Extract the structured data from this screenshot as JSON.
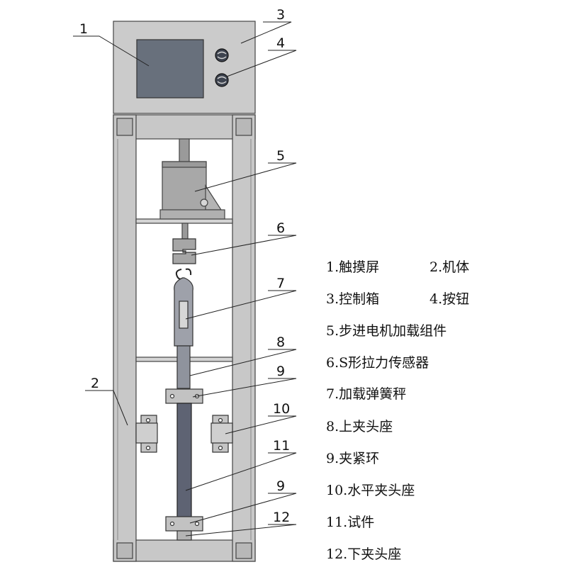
{
  "callouts": {
    "c1": "1",
    "c2": "2",
    "c3": "3",
    "c4": "4",
    "c5": "5",
    "c6": "6",
    "c7": "7",
    "c8": "8",
    "c9a": "9",
    "c9b": "9",
    "c10": "10",
    "c11": "11",
    "c12": "12"
  },
  "legend": {
    "l1": "1.触摸屏",
    "l2": "2.机体",
    "l3": "3.控制箱",
    "l4": "4.按钮",
    "l5": "5.步进电机加载组件",
    "l6": "6.S形拉力传感器",
    "l7": "7.加载弹簧秤",
    "l8": "8.上夹头座",
    "l9": "9.夹紧环",
    "l10": "10.水平夹头座",
    "l11": "11.试件",
    "l12": "12.下夹头座"
  },
  "colors": {
    "frame": "#c8c8c8",
    "frame_dark": "#a9a9a9",
    "screen": "#68707c",
    "specimen": "#5e6373",
    "line": "#222222"
  }
}
